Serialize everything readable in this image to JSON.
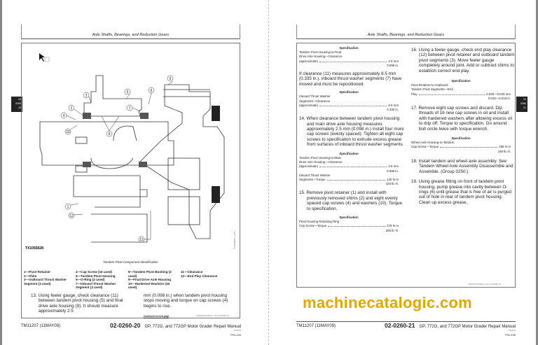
{
  "header_title": "Axle Shafts, Bearings, and Reduction Gears",
  "tab_left": [
    "02",
    "0260",
    "20"
  ],
  "tab_right": [
    "02",
    "0260",
    "21"
  ],
  "watermark": "machinecatalogic.com",
  "left": {
    "figure_id": "TX1055028",
    "figure_side_code": "TX1055028 —UN—",
    "callouts": [
      "1",
      "2",
      "3",
      "4",
      "5",
      "6",
      "7",
      "8",
      "9",
      "10",
      "11",
      "12"
    ],
    "caption": "Tandem Pivot Component Identification",
    "legend": [
      [
        "1—Pivot Retainer",
        "2—Shim",
        "3—Outboard Thrust Washer Segment (3 used)"
      ],
      [
        "4—Cap Screw (16 used)",
        "5—Tandem Pivot Housing",
        "6—O-Ring (2 used)",
        "7—Inboard Thrust Washer Segment (3 used)"
      ],
      [
        "8—Tandem Pivot Bushing (2 used)",
        "9—Final Drive Axle Housing",
        "10—Hardened Washers (16 used)"
      ],
      [
        "11—Clearance",
        "12—End Play Clearance"
      ]
    ],
    "step13_a": "13. Using feeler gauge, check clearance (11) between tandem pivot housing (5) and final drive axle housing (9). It should measure approximately 2.5",
    "step13_b": "mm (0.098 in.) when tandem pivot housing stops moving and torque on cap screws (4) begins to rise.",
    "continued": "Continued on next page",
    "code": "JW00010,00001A -19-21JAN09-3/4",
    "footer_left": "TM11207 (11MAY09)",
    "footer_page": "02-0260-20",
    "footer_title": "GP, 772G, and 772GP Motor Grader Repair Manual",
    "footer_small": "010109",
    "pn": "PN=134"
  },
  "right": {
    "spec1": {
      "title": "Specification",
      "lines": [
        "Tandem Pivot Housing-to-Final",
        "Drive Axle Housing—Clearance",
        "(approximate)"
      ],
      "v1": "2.5 mm",
      "v2": "0.098 in."
    },
    "para": "If clearance (11) measures approximately 8.5 mm (0.335 in.), inboard thrust washer segments (7) have moved and must be repositioned.",
    "spec2": {
      "title": "Specification",
      "lines": [
        "Inboard Thrust Washer",
        "Segments—Clearance",
        "(approximate)"
      ],
      "v1": "8.5 mm",
      "v2": "0.335 in."
    },
    "step14": "14. When clearance between tandem pivot housing and main drive axle housing measures approximately 2.5 mm (0.098 in.) install four more cap screws (evenly spaced). Tighten all eight cap screws to specification to extrude excess grease from surfaces of inboard thrust washer segments.",
    "spec3": {
      "title": "Specification",
      "lines": [
        "Tandem Pivot Housing-to-Main",
        "Drive Axle Housing—Clearance",
        "(approximate)"
      ],
      "v1": "2.5 mm",
      "v2": "0.098 in.",
      "lines2": [
        "Inboard Thrust Washer",
        "Segments—Torque"
      ],
      "v3": "140 N·m",
      "v4": "103 lb.-ft."
    },
    "step15": "15. Remove pivot retainer (1) and install with previously removed shims (2) and eight evenly spaced cap screws (4) and washers (10). Torque to specification.",
    "spec4": {
      "title": "Specification",
      "lines": [
        "Pivot Housing Retaining Ring",
        "Cap Screw—Torque"
      ],
      "v1": "278 N·m",
      "v2": "205 lb.-ft."
    },
    "step16": "16. Using a feeler gauge, check end play clearance (12) between pivot retainer and outboard tandem pivot segments (3). Move feeler gauge completely around joint. Add or subtract shims to establish correct end play.",
    "spec5": {
      "title": "Specification",
      "lines": [
        "Pivot Retainer-to-Outboard",
        "Tandem Pivot Segments—End",
        "Play"
      ],
      "v1": "0.026—0.040 mm",
      "v2": "0.010—0.015 in."
    },
    "step17": "17. Remove eight cap screws and discard. Dip threads of 16 new cap screws in oil and install with hardened washers after allowing excess oil to drip off. Torque to specification. Go around bolt circle twice with torque wrench.",
    "spec6": {
      "title": "Specification",
      "lines": [
        "Wheel Axle Housing-to-Tandem",
        "Cap Screw—Torque"
      ],
      "v1": "258 N·m",
      "v2": "190 lb.-ft."
    },
    "step18": "18. Install tandem and wheel axle assembly. See Tandem Wheel Axle Assembly Disassemble and Assemble. (Group 0250.)",
    "step19": "19. Using grease fitting on front of tandem pivot housing, pump grease into cavity between O-rings (6) until grease that is free of air is purged out of hole in rear of tandem pivot housing. Clean up excess grease.",
    "code": "JW00010,00001A -19-21JAN09-4/4",
    "footer_left": "TM11207 (11MAY09)",
    "footer_page": "02-0260-21",
    "footer_title": "GP, 772G, and 772GP Motor Grader Repair Manual",
    "footer_small": "010109",
    "pn": "PN=135"
  }
}
